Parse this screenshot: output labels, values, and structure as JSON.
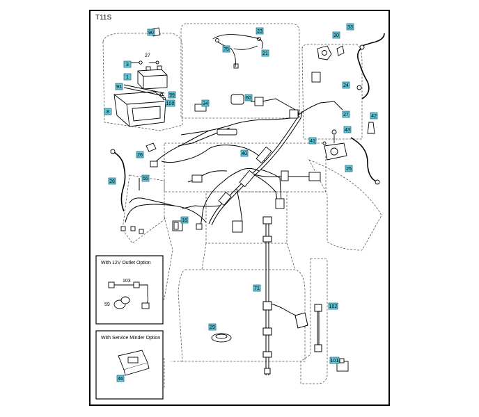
{
  "page_label": "T11S",
  "callouts": [
    {
      "id": "c90",
      "label": "90"
    },
    {
      "id": "c23",
      "label": "23"
    },
    {
      "id": "c30",
      "label": "30"
    },
    {
      "id": "c33",
      "label": "33"
    },
    {
      "id": "c3",
      "label": "3"
    },
    {
      "id": "c1",
      "label": "1"
    },
    {
      "id": "c75",
      "label": "75"
    },
    {
      "id": "c21",
      "label": "21"
    },
    {
      "id": "c91",
      "label": "91"
    },
    {
      "id": "c99",
      "label": "99"
    },
    {
      "id": "c100",
      "label": "100"
    },
    {
      "id": "c24",
      "label": "24"
    },
    {
      "id": "c8",
      "label": "8"
    },
    {
      "id": "c34",
      "label": "34"
    },
    {
      "id": "c60",
      "label": "60"
    },
    {
      "id": "c27b",
      "label": "27"
    },
    {
      "id": "c42",
      "label": "42"
    },
    {
      "id": "c43",
      "label": "43"
    },
    {
      "id": "c41",
      "label": "41"
    },
    {
      "id": "c25",
      "label": "25"
    },
    {
      "id": "c26",
      "label": "26"
    },
    {
      "id": "c40",
      "label": "40"
    },
    {
      "id": "c28",
      "label": "28"
    },
    {
      "id": "c55",
      "label": "55"
    },
    {
      "id": "c16",
      "label": "16"
    },
    {
      "id": "c71",
      "label": "71"
    },
    {
      "id": "c102",
      "label": "102"
    },
    {
      "id": "c29",
      "label": "29"
    },
    {
      "id": "c101",
      "label": "101"
    },
    {
      "id": "c46",
      "label": "46"
    }
  ],
  "plain_labels": [
    {
      "id": "p27a",
      "label": "27"
    }
  ],
  "options": {
    "outlet": {
      "title": "With 12V Outlet Option",
      "label_103": "103",
      "label_59": "59"
    },
    "minder": {
      "title": "With Service Minder Option"
    }
  },
  "colors": {
    "callout_fill": "#5fc7d6",
    "line": "#000000",
    "dashed_outline": "#555555"
  }
}
